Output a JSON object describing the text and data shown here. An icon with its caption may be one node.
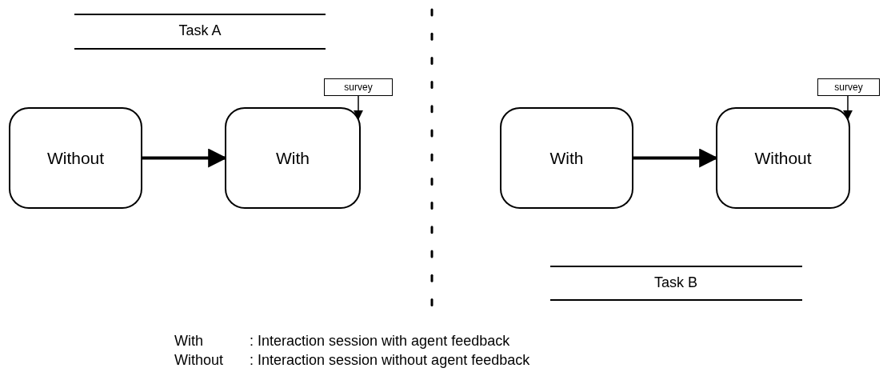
{
  "diagram": {
    "nodes": [
      {
        "text": [
          "Without"
        ]
      },
      {
        "text": [
          "With"
        ]
      },
      {
        "text": [
          "survey"
        ]
      },
      {
        "text": [
          "With"
        ]
      },
      {
        "text": [
          "Without"
        ]
      },
      {
        "text": [
          "survey"
        ]
      }
    ],
    "edges": [
      {
        "from": 0,
        "to": 1,
        "arrow": "to",
        "style": "thick"
      },
      {
        "from": 2,
        "to": 1,
        "arrow": "to"
      },
      {
        "from": 3,
        "to": 4,
        "arrow": "to",
        "style": "thick"
      },
      {
        "from": 5,
        "to": 4,
        "arrow": "to"
      }
    ],
    "labels": [
      "Task A",
      "Task B",
      "With",
      ": Interaction session with agent feedback",
      "Without",
      ": Interaction session without agent feedback"
    ]
  }
}
